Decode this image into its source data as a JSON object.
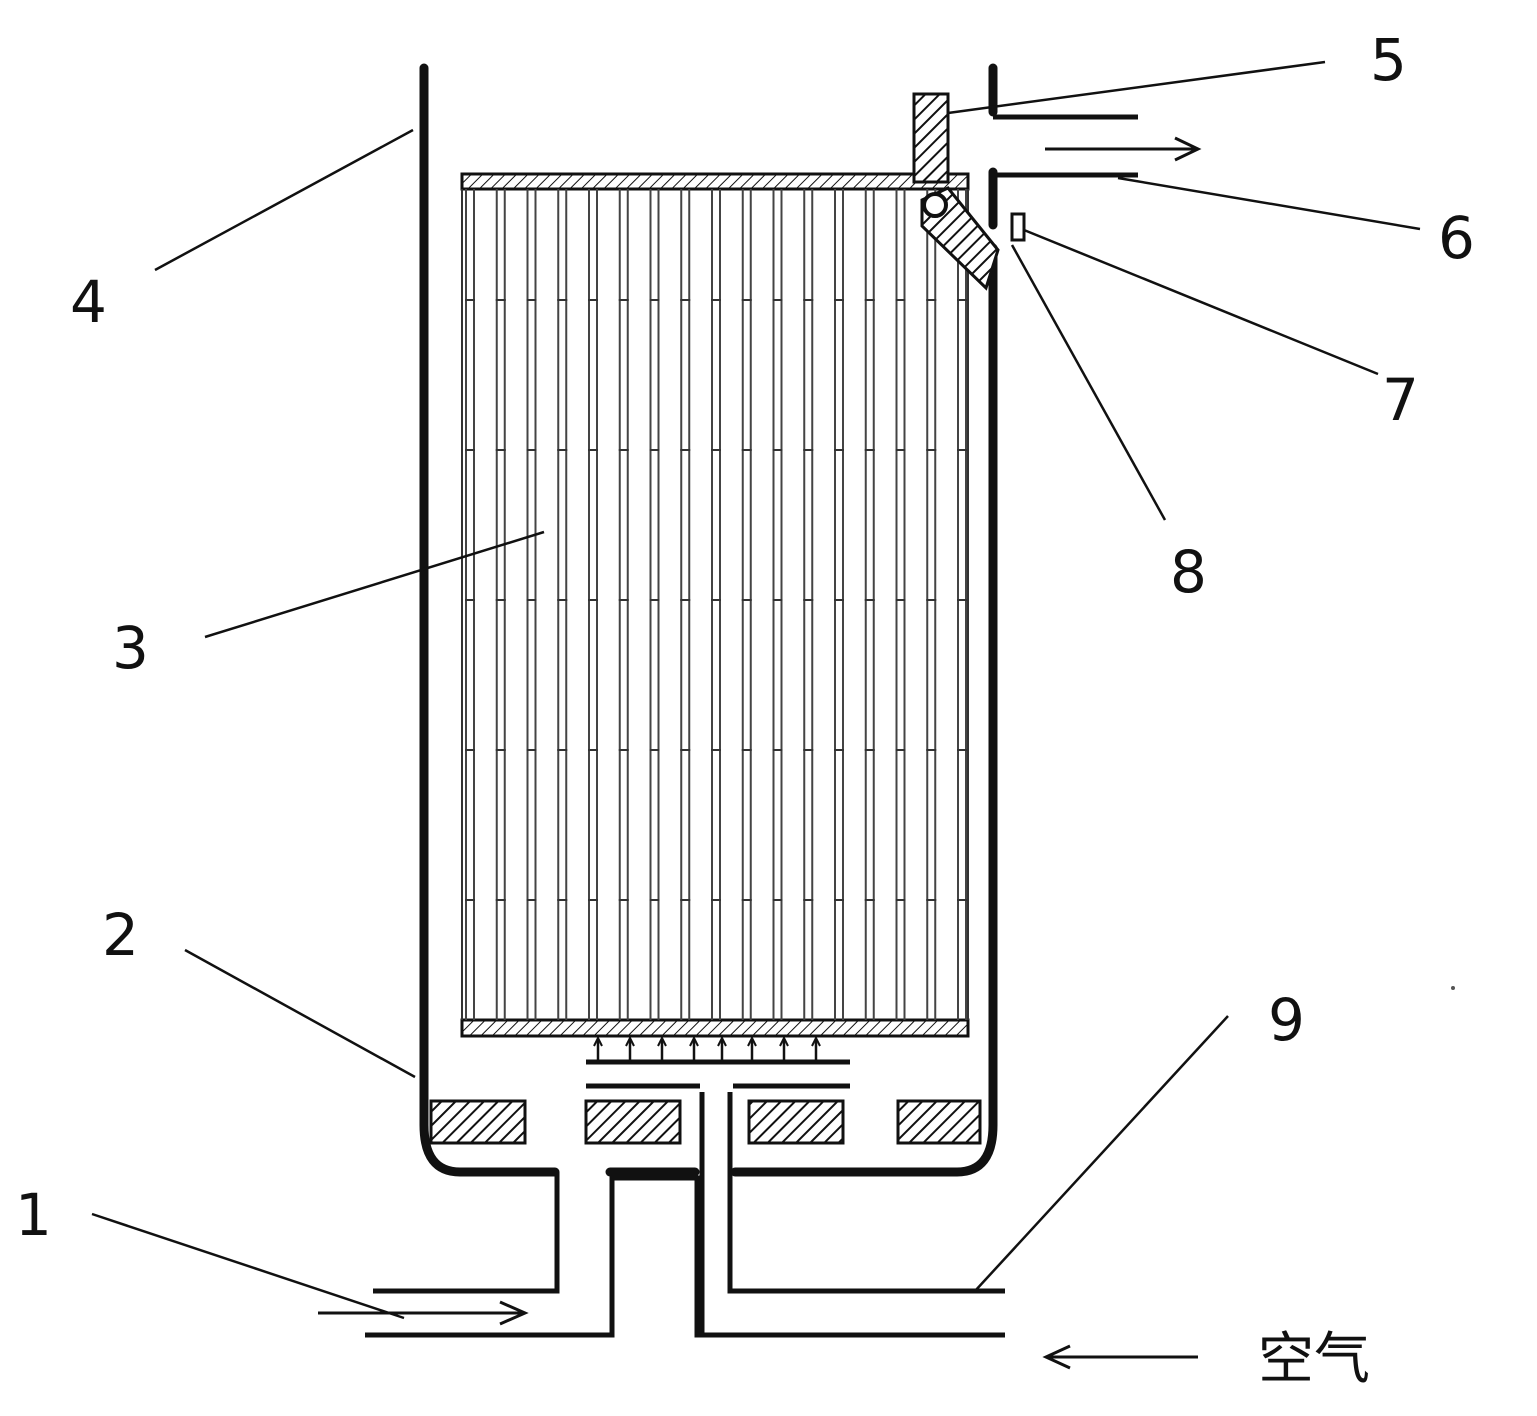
{
  "labels": {
    "l1": "1",
    "l2": "2",
    "l3": "3",
    "l4": "4",
    "l5": "5",
    "l6": "6",
    "l7": "7",
    "l8": "8",
    "l9": "9",
    "air": "空气"
  }
}
